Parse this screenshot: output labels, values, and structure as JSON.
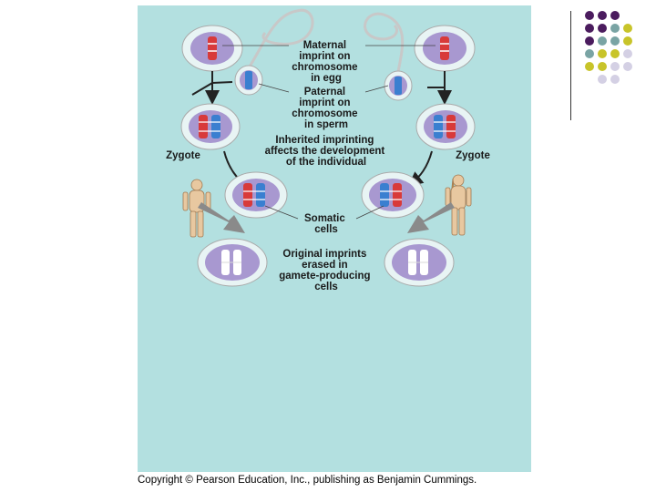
{
  "labels": {
    "maternal": [
      "Maternal",
      "imprint on",
      "chromosome",
      "in egg"
    ],
    "paternal": [
      "Paternal",
      "imprint on",
      "chromosome",
      "in sperm"
    ],
    "inherited": [
      "Inherited imprinting",
      "affects the development",
      "of the individual"
    ],
    "zygote_left": "Zygote",
    "zygote_right": "Zygote",
    "somatic": [
      "Somatic",
      "cells"
    ],
    "erased": [
      "Original imprints",
      "erased in",
      "gamete-producing",
      "cells"
    ]
  },
  "copyright": "Copyright © Pearson Education, Inc., publishing as Benjamin Cummings.",
  "colors": {
    "panel": "#b3e0e0",
    "cell_fill": "#a898d0",
    "cell_bg": "#e8f4f4",
    "maternal_red": "#d83a3a",
    "paternal_blue": "#3a7fd0",
    "arrow": "#222222",
    "dot_purple": "#4b1c5e",
    "dot_teal": "#7aa4a4",
    "dot_yellow": "#c8c42a",
    "dot_lavender": "#d4d0e4"
  },
  "dot_grid": [
    [
      "dot_purple",
      "dot_purple",
      "dot_purple",
      null
    ],
    [
      "dot_purple",
      "dot_purple",
      "dot_teal",
      "dot_yellow"
    ],
    [
      "dot_purple",
      "dot_teal",
      "dot_teal",
      "dot_yellow"
    ],
    [
      "dot_teal",
      "dot_yellow",
      "dot_yellow",
      "dot_lavender"
    ],
    [
      "dot_yellow",
      "dot_yellow",
      "dot_lavender",
      "dot_lavender"
    ],
    [
      null,
      "dot_lavender",
      "dot_lavender",
      null
    ]
  ]
}
